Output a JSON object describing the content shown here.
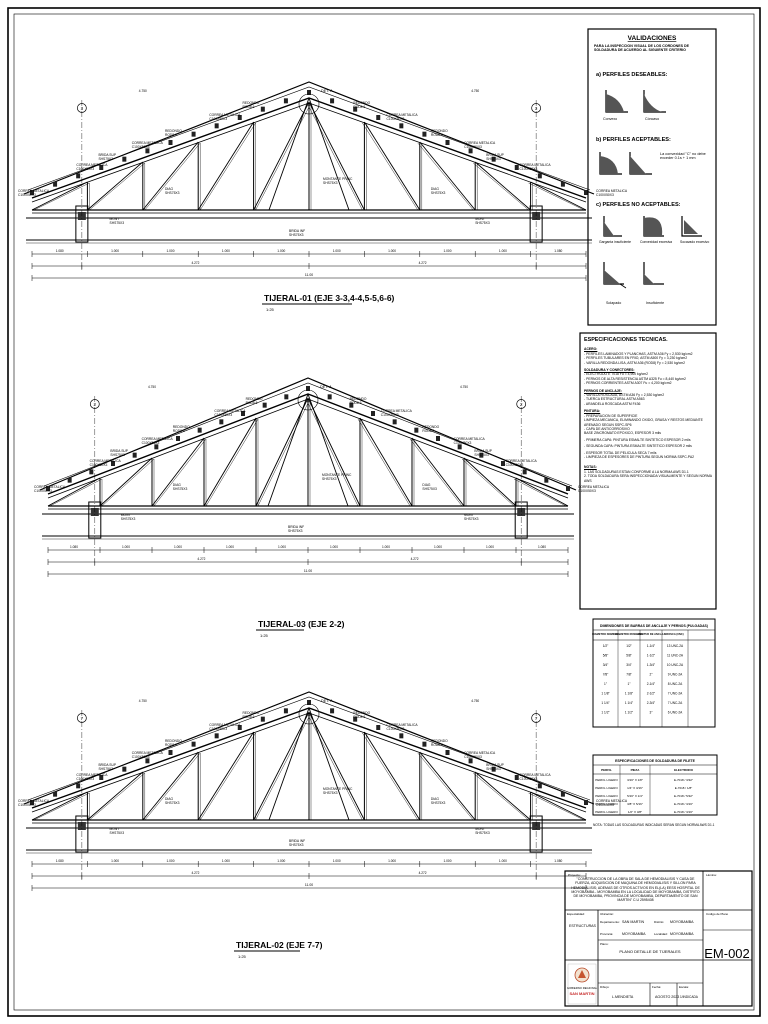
{
  "trusses": [
    {
      "title": "TIJERAL-01 (EJE 3-3,4-4,5-5,6-6)",
      "scale": "1:25",
      "labels": {
        "left_end": "CORREA METALICA\nC100X50X3",
        "right_end": "CORREA METALICA\nC100X50X3",
        "cor_l1": "CORREA METALICA\nC100X50X3",
        "cor_l2": "CORREA METALICA\nC100X50X3",
        "cor_l3": "CORREA METALICA\nC100X50X3",
        "cor_r1": "CORREA METALICA\nC100X50X3",
        "cor_r2": "CORREA METALICA\nC100X50X3",
        "cor_r3": "CORREA METALICA\nC100X50X3",
        "brida_sup_l": "BRIDA SUP\nSHS75X3",
        "brida_sup_r": "BRIDA SUP\nSHS75X3",
        "redondo_l1": "REDONDO\nROD8 6",
        "redondo_l2": "REDONDO\nROD8 6",
        "redondo_r1": "REDONDO\nROD8 6",
        "redondo_r2": "REDONDO\nROD8 6",
        "diag_l": "DIAG\nSHS75X3",
        "diag_r": "DIAG\nSHS75X3",
        "mont_l": "MONT\nSHS75X3",
        "mont_r": "MONT\nSHS75X3",
        "mont_princ": "MONTANTE PRINC\nSHS75X3",
        "brida_inf": "BRIDA INF\nSHS75X3",
        "det": "DET. A"
      },
      "dims": [
        "1.080",
        "1.000",
        "1.000",
        "1.000",
        "1.000",
        "1.000",
        "1.000",
        "1.000",
        "1.000",
        "1.080"
      ],
      "total": "11.00",
      "sub_l": "4.272",
      "sub_r": "4.272",
      "axis_l": "3",
      "axis_r": "3"
    },
    {
      "title": "TIJERAL-03 (EJE 2-2)",
      "scale": "1:25",
      "labels": {
        "left_end": "CORREA METALICA\nC100X50X3",
        "right_end": "CORREA METALICA\nC100X50X3",
        "cor_l1": "CORREA METALICA\nC100X50X3",
        "cor_l2": "CORREA METALICA\nC100X50X3",
        "cor_l3": "CORREA METALICA\nC100X50X3",
        "cor_r1": "CORREA METALICA\nC100X50X3",
        "cor_r2": "CORREA METALICA\nC100X50X3",
        "cor_r3": "CORREA METALICA\nC100X50X3",
        "brida_sup_l": "BRIDA SUP\nSHS75X3",
        "brida_sup_r": "BRIDA SUP\nSHS75X3",
        "redondo_l1": "REDONDO\nROD8 6",
        "redondo_l2": "REDONDO\nROD8 6",
        "redondo_r1": "REDONDO\nROD8 6",
        "redondo_r2": "REDONDO\nROD8 6",
        "diag_l": "DIAG\nSHS75X3",
        "diag_r": "DIAG\nSHS75X3",
        "mont_l": "MONT\nSHS75X3",
        "mont_r": "MONT\nSHS75X3",
        "mont_princ": "MONTANTE PRINC\nSHS75X3",
        "brida_inf": "BRIDA INF\nSHS75X3",
        "det": "DET. A"
      },
      "dims": [
        "1.080",
        "1.000",
        "1.000",
        "1.000",
        "1.000",
        "1.000",
        "1.000",
        "1.000",
        "1.000",
        "1.080"
      ],
      "total": "11.00",
      "sub_l": "4.272",
      "sub_r": "4.272",
      "axis_l": "2",
      "axis_r": "2"
    },
    {
      "title": "TIJERAL-02 (EJE 7-7)",
      "scale": "1:25",
      "labels": {
        "left_end": "CORREA METALICA\nC100X50X3",
        "right_end": "CORREA METALICA\nC100X50X3",
        "cor_l1": "CORREA METALICA\nC100X50X3",
        "cor_l2": "CORREA METALICA\nC100X50X3",
        "cor_l3": "CORREA METALICA\nC100X50X3",
        "cor_r1": "CORREA METALICA\nC100X50X3",
        "cor_r2": "CORREA METALICA\nC100X50X3",
        "cor_r3": "CORREA METALICA\nC100X50X3",
        "brida_sup_l": "BRIDA SUP\nSHS75X3",
        "brida_sup_r": "BRIDA SUP\nSHS75X3",
        "redondo_l1": "REDONDO\nROD8 6",
        "redondo_l2": "REDONDO\nROD8 6",
        "redondo_r1": "REDONDO\nROD8 6",
        "redondo_r2": "REDONDO\nROD8 6",
        "diag_l": "DIAG\nSHS75X3",
        "diag_r": "DIAG\nSHS75X3",
        "mont_l": "MONT\nSHS75X3",
        "mont_r": "MONT\nSHS75X3",
        "mont_princ": "MONTANTE PRINC\nSHS75X3",
        "brida_inf": "BRIDA INF\nSHS75X3",
        "det": "DET. A"
      },
      "dims": [
        "1.080",
        "1.000",
        "1.000",
        "1.000",
        "1.000",
        "1.000",
        "1.000",
        "1.000",
        "1.000",
        "1.080"
      ],
      "total": "11.00",
      "sub_l": "4.272",
      "sub_r": "4.272",
      "axis_l": "7",
      "axis_r": "7"
    }
  ],
  "validations": {
    "title": "VALIDACIONES",
    "intro": "PARA LA INSPECCION VISUAL DE LOS CORDONES DE SOLDADURA DE ACUERDO AL SIGUIENTE CRITERIO",
    "a_label": "a)  PERFILES DESEABLES:",
    "a_items": [
      "Convexo",
      "Cóncavo"
    ],
    "b_label": "b)  PERFILES ACEPTABLES:",
    "b_note": "La convexidad \"C\" no debe exceder 0.1s + 1 mm",
    "c_label": "c)  PERFILES NO ACEPTABLES:",
    "c_items": [
      "Garganta insuficiente",
      "Convexidad excesiva",
      "Socavado excesivo",
      "Solapado",
      "Insuficiente"
    ]
  },
  "specs": {
    "title": "ESPECIFICACIONES TECNICAS.",
    "h_acero": "ACERO:",
    "acero_lines": [
      "- PERFILES LAMINADOS Y PLANCHAS, ASTM A36          Fy = 2,530 kg/cm2",
      "- PERFILES TUBULARES EN FRIO, ASTM A500             Fy = 3,230 kg/cm2",
      "- VARILLA REDONDA LISA, ASTM A36 (ROD8)             Fy = 2,530 kg/cm2"
    ],
    "h_sold": "SOLDADURA Y CONECTORES:",
    "sold_lines": [
      "- ELECTRODO E 7018                                  Fu = 4,900 kg/cm2",
      "- PERNOS DE ALTA RESISTENCIA ASTM A325              Fu = 8,440 kg/cm2",
      "- PERNOS CORRIENTES ASTM A307                       Fu = 4,200 kg/cm2"
    ],
    "h_pernos": "PERNOS DE ANCLAJE:",
    "pernos_lines": [
      "- VARILLA ROSCADA, ASTM A36                         Fy = 2,530 kg/cm2",
      "- TUERCA ESTRUCTURAL ASTM A563",
      "- ARANDELA ROSCADA ASTM F436"
    ],
    "h_pint": "PINTURA:",
    "pint_lines": [
      "- PREPARACION DE SUPERFICIE",
      "   LIMPIEZA MECANICA, ELIMINANDO OXIDO, GRASA Y RESTOS MEDIANTE ARENADO SEGUN SSPC-SP6",
      "- CAPA DE ANTICORROSIVO",
      "   BASE ZINCROMATO EPOXICO, ESPESOR 3 mils",
      "- PRIMERA CAPA: PINTURA ESMALTE SINTETICO ESPESOR 2 mils",
      "- SEGUNDA CAPA: PINTURA ESMALTE SINTETICO ESPESOR 2 mils",
      "- ESPESOR TOTAL DE PELICULA SECA 7 mils",
      "- LIMPIEZA DE ESPESORES DE PINTURA SEGUN NORMA SSPC-PA2"
    ],
    "h_notas": "NOTAS:",
    "notas_lines": [
      "1. LAS SOLDADURAS ESTAN CONFORME A LA NORMA AWS D1.1",
      "2. TODA SOLDADURA SERA INSPECCIONADA VISUALMENTE Y SEGUN NORMA AWS"
    ]
  },
  "table1": {
    "title": "DIMENSIONES DE BARRAS DE ANCLAJE Y PERNOS (PULGADAS)",
    "headers": [
      "DIAMETRO NOMINAL",
      "DIAMETRO ROSCADO",
      "LONGITUD DE ANCLAJE",
      "ROSCA (UNC)"
    ],
    "rows": [
      [
        "1/2\"",
        "1/2\"",
        "1-1/4\"",
        "13 UNC-2A"
      ],
      [
        "5/8\"",
        "5/8\"",
        "1-1/2\"",
        "11 UNC-2A"
      ],
      [
        "3/4\"",
        "3/4\"",
        "1-3/4\"",
        "10 UNC-2A"
      ],
      [
        "7/8\"",
        "7/8\"",
        "2\"",
        "9 UNC-2A"
      ],
      [
        "1\"",
        "1\"",
        "2-1/4\"",
        "8 UNC-2A"
      ],
      [
        "1 1/8\"",
        "1 1/8\"",
        "2-1/2\"",
        "7 UNC-2A"
      ],
      [
        "1 1/4\"",
        "1 1/4\"",
        "2-3/4\"",
        "7 UNC-2A"
      ],
      [
        "1 1/2\"",
        "1 1/2\"",
        "3\"",
        "6 UNC-2A"
      ]
    ]
  },
  "table2": {
    "title": "ESPECIFICACIONES DE SOLDADURA DE FILETE",
    "headers": [
      "PERFIL",
      "PIEZA",
      "ELECTRODO"
    ],
    "rows": [
      [
        "PERFIL LIGERO",
        "3/16\" X 1/8\"",
        "E-7018 / 3/32\""
      ],
      [
        "PERFIL LIGERO",
        "1/4\" X 3/16\"",
        "E-7018 / 1/8\""
      ],
      [
        "PERFIL LIGERO",
        "5/16\" X 1/4\"",
        "E-7018 / 5/32\""
      ],
      [
        "PERFIL LIGERO",
        "3/8\" X 5/16\"",
        "E-7018 / 3/16\""
      ],
      [
        "PERFIL LIGERO",
        "1/2\" X 3/8\"",
        "E-7018 / 3/16\""
      ]
    ],
    "note": "NOTA: TODAS LAS SOLDADURAS INDICADAS SERAN SEGUN NORMA AWS D1.1"
  },
  "title_block": {
    "proyecto_label": "Proyecto:",
    "proyecto": "\"CONSTRUCCION DE LA OBRA DE SALA DE HEMODIALISIS Y CASA DE FUERZA, ADQUISICION DE MAQUINA DE HEMODIALISIS Y SILLON PARA HEMODIALISIS; ADEMAS DE OTROS ACTIVOS EN EL(LA) EESS HOSPITAL DE MOYOBAMBA - MOYOBAMBA EN LA LOCALIDAD DE MOYOBAMBA, DISTRITO DE MOYOBAMBA, PROVINCIA DE MOYOBAMBA, DEPARTAMENTO DE SAN MARTIN\" C.U 2595408",
    "especialidad_label": "Especialidad:",
    "especialidad": "ESTRUCTURAS",
    "ubicacion_label": "Ubicación:",
    "departamento_label": "Departamento:",
    "departamento": "SAN MARTIN",
    "distrito_label": "Distrito:",
    "distrito": "MOYOBAMBA",
    "provincia_label": "Provincia:",
    "provincia": "MOYOBAMBA",
    "localidad_label": "Localidad:",
    "localidad": "MOYOBAMBA",
    "plano_label": "Plano:",
    "plano": "PLANO DETALLE DE TIJERALES",
    "escala_label": "Escala:",
    "escala": "1/INDICADA",
    "fecha_label": "Fecha:",
    "fecha": "AGOSTO 2023",
    "lamina_label": "Lámina:",
    "lamina": "EM-002",
    "gobierno": "GOBIERNO REGIONAL",
    "region": "SAN MARTIN"
  }
}
